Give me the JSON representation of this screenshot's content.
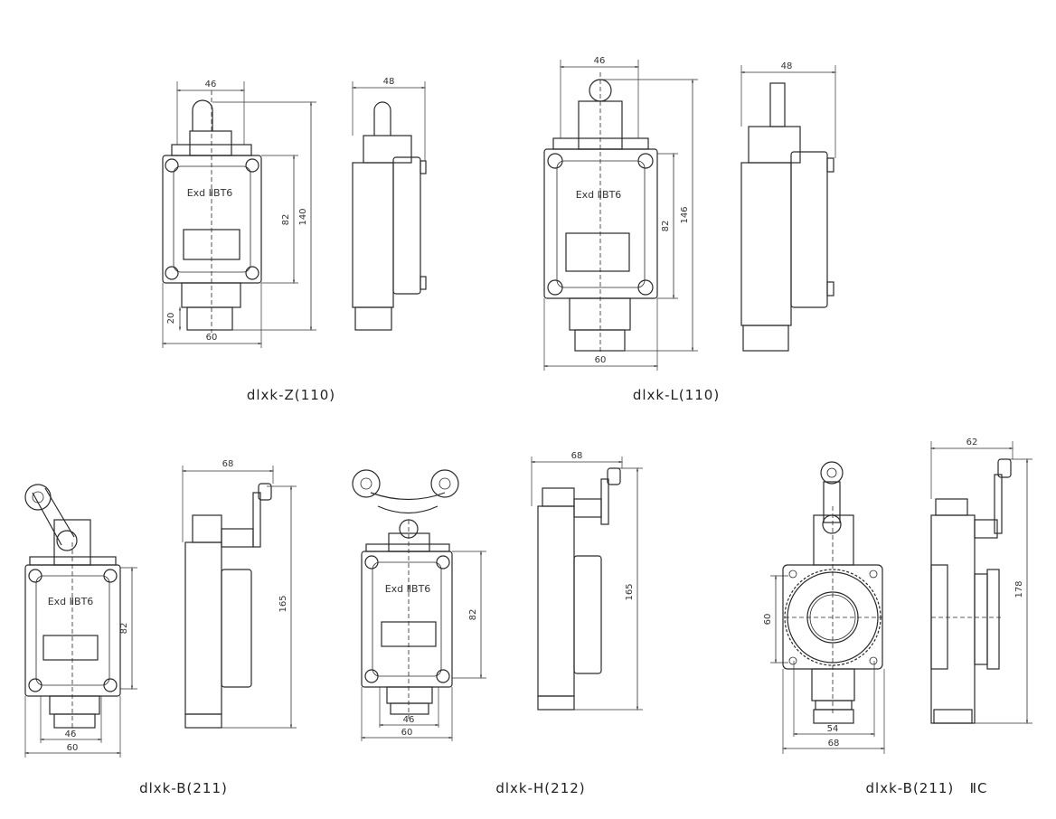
{
  "marking": "Exd ⅡBT6",
  "drawings": [
    {
      "caption": "dlxk-Z(110)",
      "dims": {
        "front_top": "46",
        "height_total": "140",
        "height_body": "82",
        "width": "60",
        "gland": "20",
        "side_width": "48"
      }
    },
    {
      "caption": "dlxk-L(110)",
      "dims": {
        "front_top": "46",
        "height_total": "146",
        "height_body": "82",
        "width": "60",
        "side_width": "48"
      }
    },
    {
      "caption": "dlxk-B(211)",
      "dims": {
        "height_body": "82",
        "inner_width": "46",
        "width": "60",
        "side_width": "68",
        "height_total": "165"
      }
    },
    {
      "caption": "dlxk-H(212)",
      "dims": {
        "height_body": "82",
        "inner_width": "46",
        "width": "60",
        "side_width": "68",
        "height_total": "165"
      }
    },
    {
      "caption": "dlxk-B(211)   ⅡC",
      "dims": {
        "height_body": "60",
        "inner_width": "54",
        "width": "68",
        "side_width": "62",
        "height_total": "178"
      }
    }
  ]
}
